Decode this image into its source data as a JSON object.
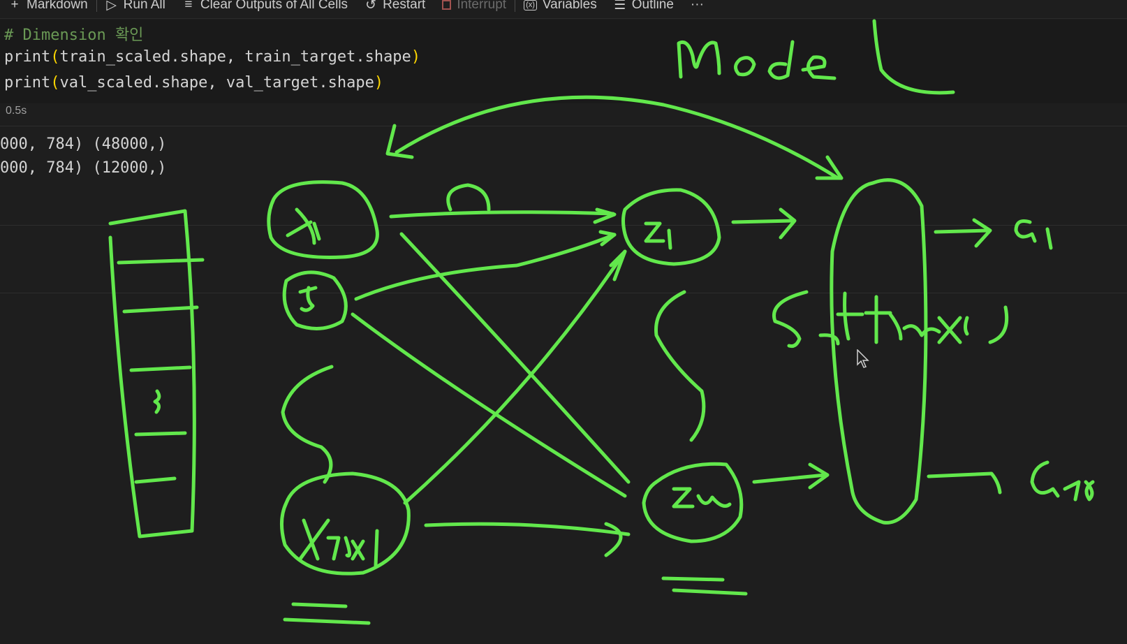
{
  "toolbar": {
    "markdown": "Markdown",
    "run_all": "Run All",
    "clear_outputs": "Clear Outputs of All Cells",
    "restart": "Restart",
    "interrupt": "Interrupt",
    "variables": "Variables",
    "outline": "Outline",
    "more": "···"
  },
  "cell": {
    "comment": "# Dimension 확인",
    "line1_fn": "print",
    "line1_args": "train_scaled.shape, train_target.shape",
    "line2_fn": "print",
    "line2_args": "val_scaled.shape, val_target.shape",
    "exec_time": "0.5s"
  },
  "output": {
    "line1": "000, 784) (48000,)",
    "line2": "000, 784) (12000,)"
  },
  "annotation": {
    "color": "#62e84c",
    "title": "model",
    "softmax": "Softmax( )",
    "x1": "X1",
    "x2": "X2",
    "x784": "X784",
    "z1": "Z1",
    "z10": "Z10",
    "a1": "a1",
    "a10": "a10"
  },
  "icons": [
    "plus-icon",
    "play-icon",
    "clear-outputs-icon",
    "restart-icon",
    "stop-icon",
    "variables-icon",
    "outline-icon",
    "more-icon",
    "mouse-pointer-icon"
  ]
}
